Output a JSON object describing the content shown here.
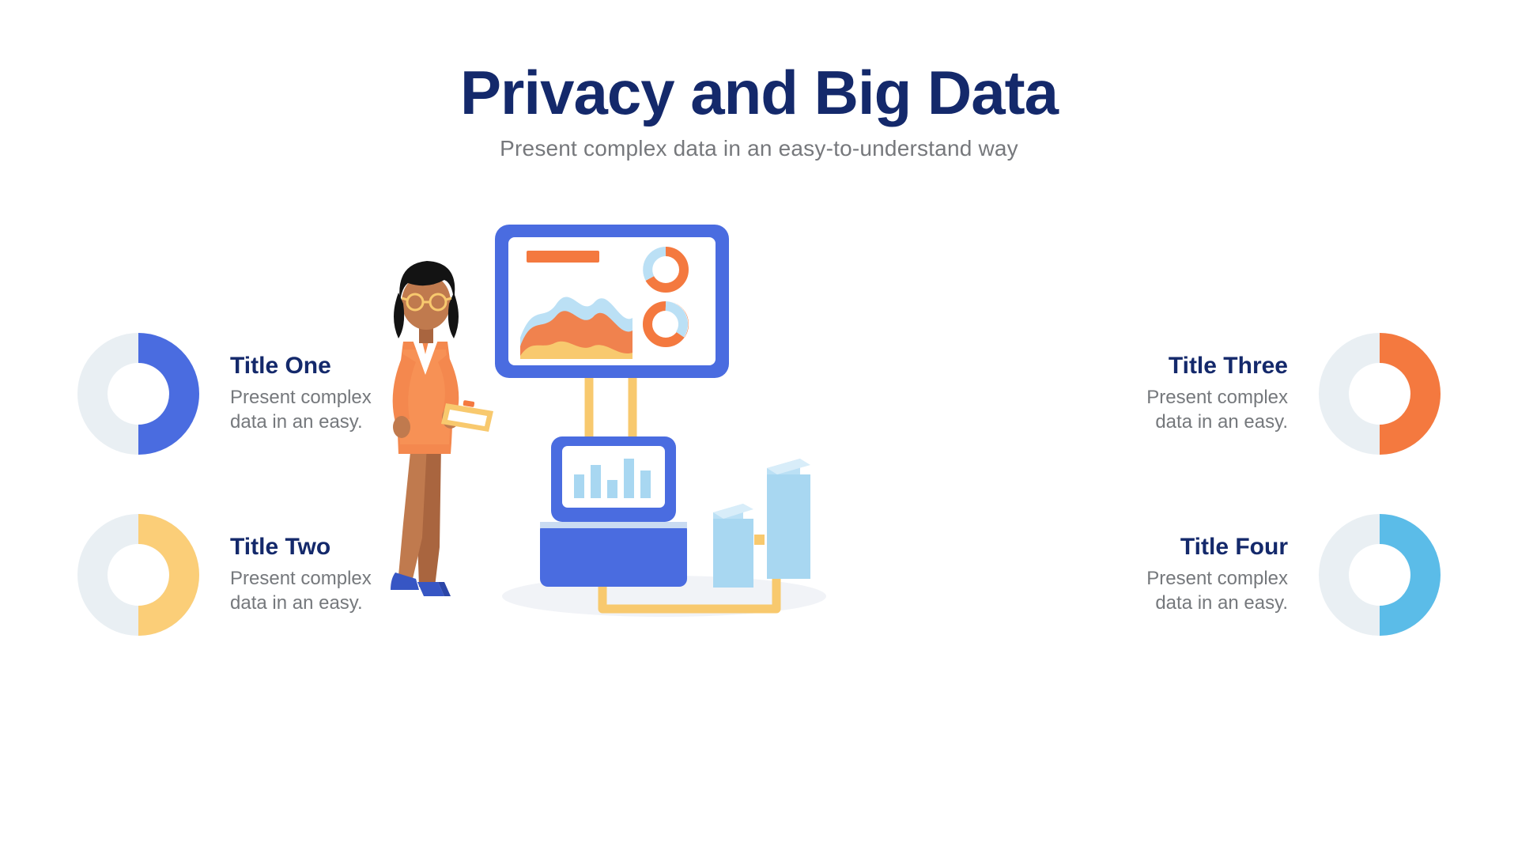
{
  "slide": {
    "title": "Privacy and Big Data",
    "subtitle": "Present complex data in an easy-to-understand way",
    "background_color": "#FFFFFF",
    "title_color": "#14296B",
    "subtitle_color": "#76787C"
  },
  "palette": {
    "navy": "#14296B",
    "blue": "#4A6CE0",
    "yellow": "#FBCE78",
    "orange": "#F4793F",
    "light_blue": "#5BBCE8",
    "track": "#E9EFF3",
    "body_text": "#75787C"
  },
  "items": [
    {
      "title": "Title One",
      "desc": "Present complex data in an easy.",
      "side": "left",
      "donut": {
        "color": "#4A6CE0",
        "track": "#E9EFF3",
        "percent": 50,
        "icon": "donut-chart-icon"
      }
    },
    {
      "title": "Title Two",
      "desc": "Present complex data in an easy.",
      "side": "left",
      "donut": {
        "color": "#FBCE78",
        "track": "#E9EFF3",
        "percent": 50,
        "icon": "donut-chart-icon"
      }
    },
    {
      "title": "Title Three",
      "desc": "Present complex data in an easy.",
      "side": "right",
      "donut": {
        "color": "#F4793F",
        "track": "#E9EFF3",
        "percent": 50,
        "icon": "donut-chart-icon"
      }
    },
    {
      "title": "Title Four",
      "desc": "Present complex data in an easy.",
      "side": "right",
      "donut": {
        "color": "#5BBCE8",
        "track": "#E9EFF3",
        "percent": 50,
        "icon": "donut-chart-icon"
      }
    }
  ],
  "illustration": {
    "name": "woman-presenting-data-dashboard-illustration",
    "elements": [
      "woman-with-clipboard",
      "large-monitor-area-chart",
      "large-monitor-donut-charts",
      "small-monitor-bar-chart",
      "blue-pedestal",
      "light-blue-3d-bars",
      "yellow-connector-stand",
      "floor-shadow"
    ]
  }
}
